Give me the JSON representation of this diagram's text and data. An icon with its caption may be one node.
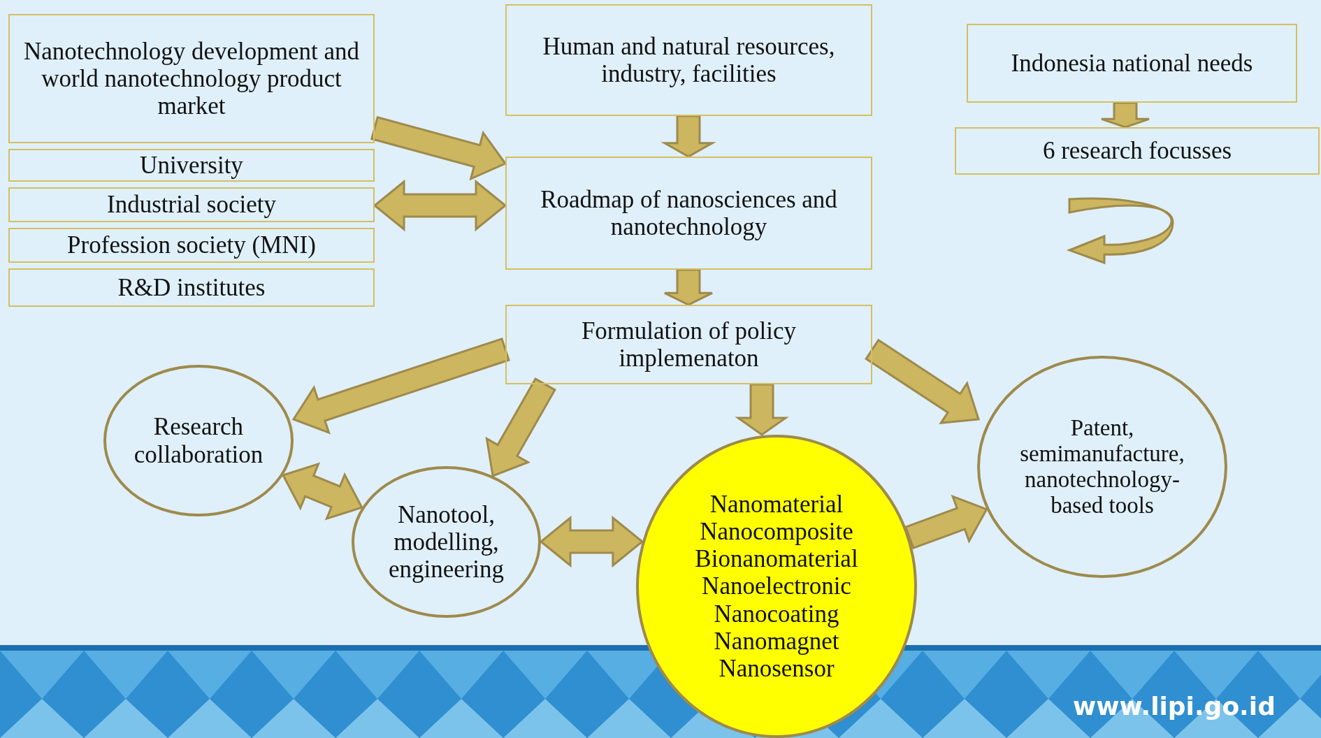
{
  "diagram": {
    "nodes": [
      {
        "text": [
          "Nanotechnology development and world nanotechnology product market"
        ]
      },
      {
        "text": [
          "University"
        ]
      },
      {
        "text": [
          "Industrial society"
        ]
      },
      {
        "text": [
          "Profession society (MNI)"
        ]
      },
      {
        "text": [
          "R&D institutes"
        ]
      },
      {
        "text": [
          "Human and natural resources, industry, facilities"
        ]
      },
      {
        "text": [
          "Roadmap of nanosciences and nanotechnology"
        ]
      },
      {
        "text": [
          "Formulation of policy implemenaton"
        ]
      },
      {
        "text": [
          "Indonesia national needs"
        ]
      },
      {
        "text": [
          "6 research focusses"
        ]
      },
      {
        "text": [
          "Research collaboration"
        ]
      },
      {
        "text": [
          "Nanotool, modelling, engineering"
        ]
      },
      {
        "text": [
          "Nanomaterial",
          "Nanocomposite",
          "Bionanomaterial",
          "Nanoelectronic",
          "Nanocoating",
          "Nanomagnet",
          "Nanosensor"
        ]
      },
      {
        "text": [
          "Patent, semimanufacture, nanotechnology-based tools"
        ]
      }
    ],
    "edges": [
      {
        "from": 0,
        "to": 6,
        "arrow": "to"
      },
      {
        "from": 2,
        "to": 6,
        "arrow": "both"
      },
      {
        "from": 5,
        "to": 6,
        "arrow": "to"
      },
      {
        "from": 6,
        "to": 7,
        "arrow": "to"
      },
      {
        "from": 8,
        "to": 9,
        "arrow": "to"
      },
      {
        "from": 7,
        "to": 10,
        "arrow": "to"
      },
      {
        "from": 7,
        "to": 11,
        "arrow": "to"
      },
      {
        "from": 7,
        "to": 12,
        "arrow": "to"
      },
      {
        "from": 7,
        "to": 13,
        "arrow": "to"
      },
      {
        "from": 10,
        "to": 11,
        "arrow": "both"
      },
      {
        "from": 11,
        "to": 12,
        "arrow": "both"
      },
      {
        "from": 12,
        "to": 13,
        "arrow": "to"
      }
    ],
    "labels": [
      "www.lipi.go.id"
    ]
  }
}
